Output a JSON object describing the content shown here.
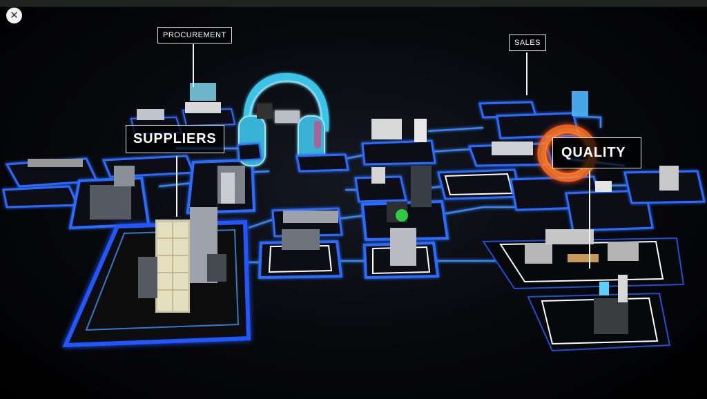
{
  "window": {
    "close_icon": "close-icon"
  },
  "labels": {
    "procurement": "PROCUREMENT",
    "sales": "SALES",
    "suppliers": "SUPPLIERS",
    "quality": "QUALITY"
  },
  "colors": {
    "background": "#000000",
    "circuit_glow": "#1f6bff",
    "circuit_bright": "#5ab4ff",
    "outline_white": "#ffffff",
    "headphones": "#3cc3e8",
    "quality_ring": "#ff5a1f",
    "label_border": "#e8e8e8"
  }
}
